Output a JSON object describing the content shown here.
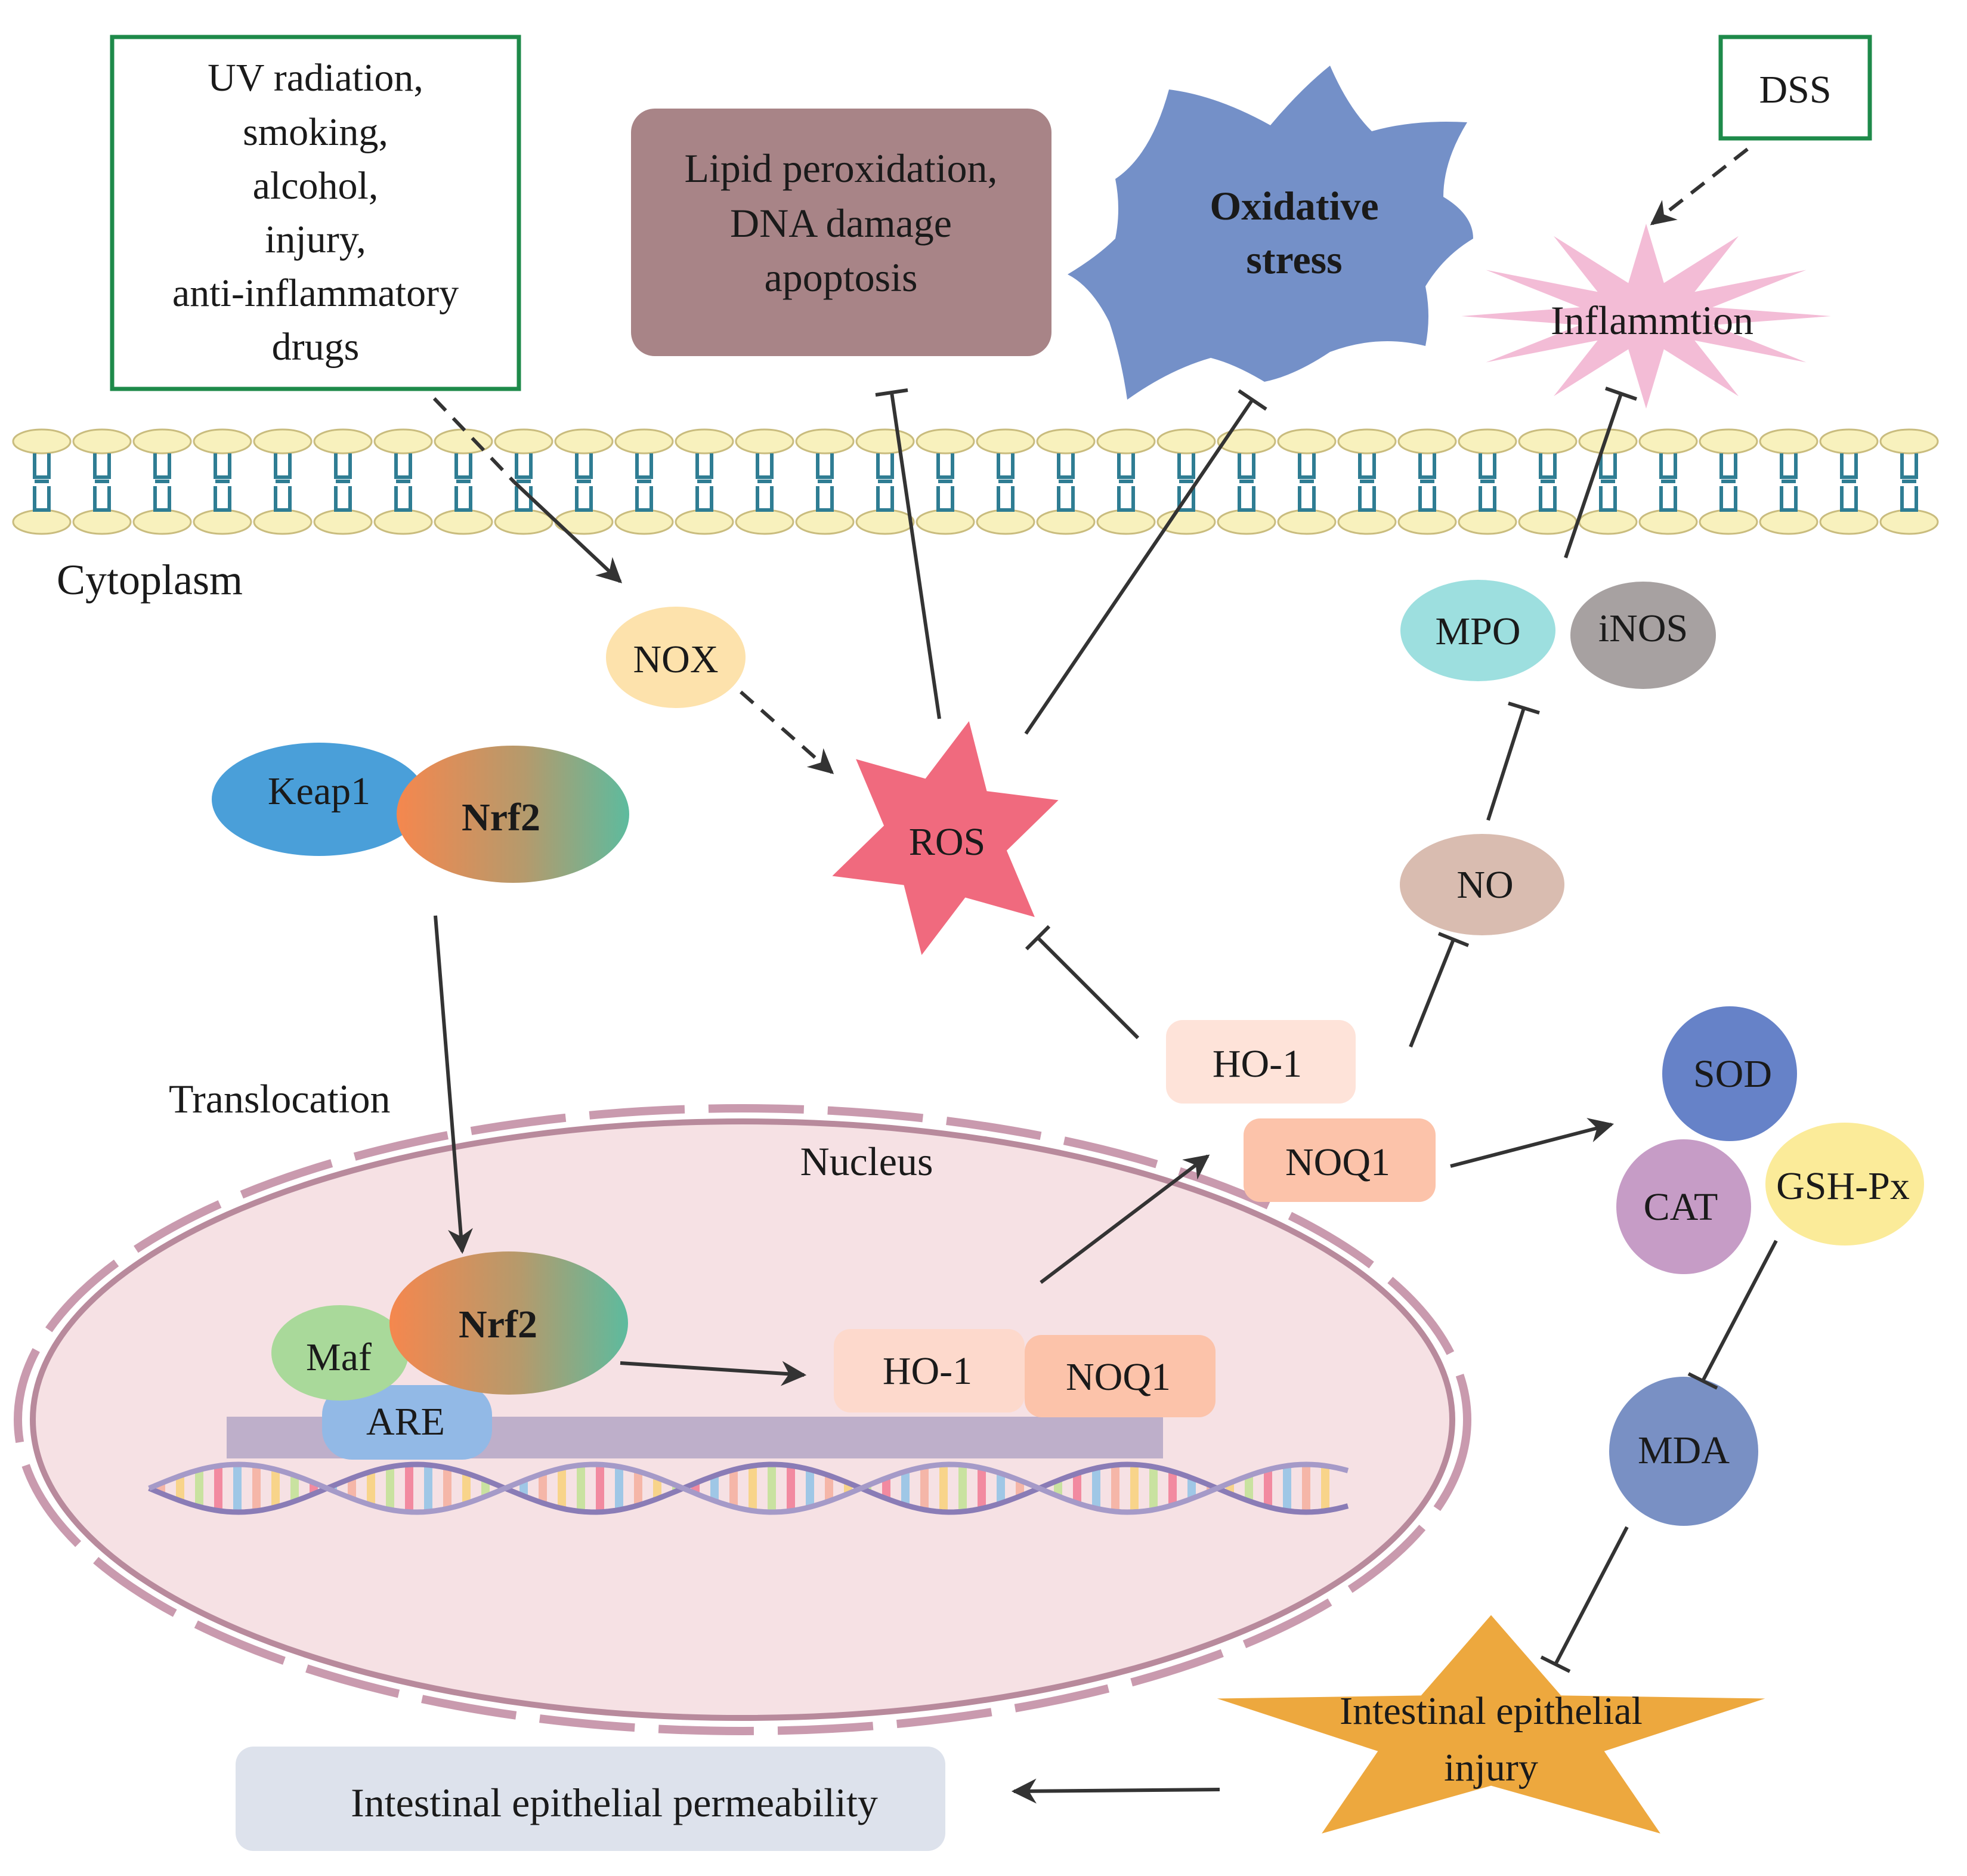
{
  "stressors": {
    "lines": [
      "UV radiation,",
      "smoking,",
      "alcohol,",
      "injury,",
      "anti-inflammatory",
      "drugs"
    ],
    "border_color": "#1e8a4a"
  },
  "dss": {
    "label": "DSS"
  },
  "lipid_box": {
    "lines": [
      "Lipid peroxidation,",
      "DNA damage",
      "apoptosis"
    ],
    "color": "#a88487"
  },
  "oxidative_stress": {
    "lines": [
      "Oxidative",
      "stress"
    ],
    "color": "#7490c8"
  },
  "inflammation": {
    "label": "Inflammtion",
    "color": "#f3bcd6"
  },
  "cytoplasm_label": "Cytoplasm",
  "nox": {
    "label": "NOX",
    "color": "#fde2ac"
  },
  "ros": {
    "label": "ROS",
    "color": "#f06a7e"
  },
  "keap1": {
    "label": "Keap1",
    "color": "#4a9fd9"
  },
  "nrf2": {
    "label": "Nrf2"
  },
  "translocation_label": "Translocation",
  "nucleus_label": "Nucleus",
  "maf": {
    "label": "Maf",
    "color": "#a9d99a"
  },
  "are": {
    "label": "ARE",
    "color": "#92b9e6"
  },
  "ho1": {
    "label": "HO-1",
    "color": "#fdd9cc"
  },
  "noq1": {
    "label": "NOQ1",
    "color": "#fcc3aa"
  },
  "mpo": {
    "label": "MPO",
    "color": "#9ddfdf"
  },
  "inos": {
    "label": "iNOS",
    "color": "#a7a1a1"
  },
  "no": {
    "label": "NO",
    "color": "#d9bcb0"
  },
  "sod": {
    "label": "SOD",
    "color": "#6682c8"
  },
  "cat": {
    "label": "CAT",
    "color": "#c69cc6"
  },
  "gsh": {
    "label": "GSH-Px",
    "color": "#fbeb99"
  },
  "mda": {
    "label": "MDA",
    "color": "#7990c4"
  },
  "injury": {
    "lines": [
      "Intestinal epithelial",
      "injury"
    ],
    "color": "#eda83e"
  },
  "permeability": {
    "label": "Intestinal epithelial permeability",
    "color": "#dde2ec"
  }
}
